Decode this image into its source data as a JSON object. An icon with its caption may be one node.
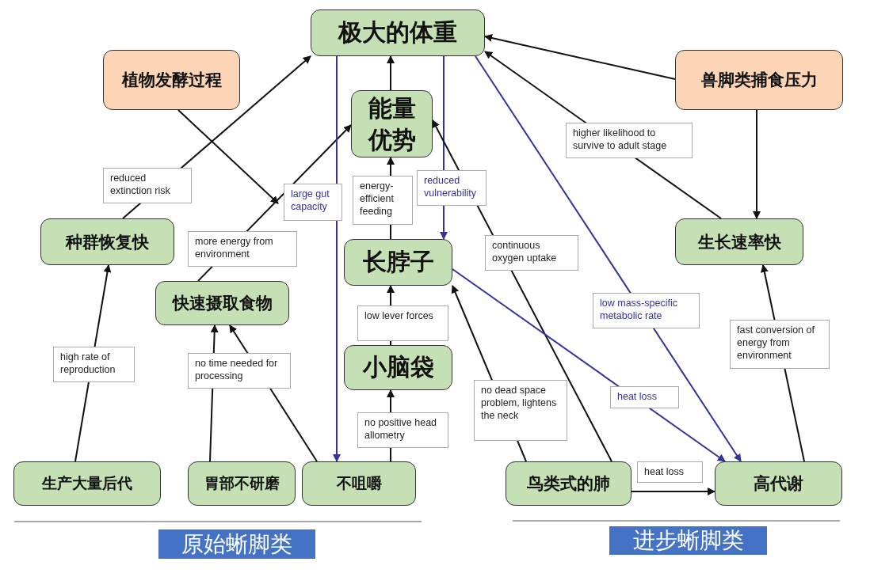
{
  "diagram": {
    "nodes": [
      {
        "text": [
          "极大的体重"
        ]
      },
      {
        "text": [
          "植物发酵过程"
        ]
      },
      {
        "text": [
          "兽脚类捕食压力"
        ]
      },
      {
        "text": [
          "能量优势"
        ]
      },
      {
        "text": [
          "种群恢复快"
        ]
      },
      {
        "text": [
          "长脖子"
        ]
      },
      {
        "text": [
          "生长速率快"
        ]
      },
      {
        "text": [
          "快速摄取食物"
        ]
      },
      {
        "text": [
          "小脑袋"
        ]
      },
      {
        "text": [
          "生产大量后代"
        ]
      },
      {
        "text": [
          "胃部不研磨"
        ]
      },
      {
        "text": [
          "不咀嚼"
        ]
      },
      {
        "text": [
          "鸟类式的肺"
        ]
      },
      {
        "text": [
          "高代谢"
        ]
      },
      {
        "text": [
          "原始蜥脚类"
        ]
      },
      {
        "text": [
          "进步蜥脚类"
        ]
      }
    ],
    "edges": [
      {
        "from": 4,
        "to": 0,
        "arrow": "to",
        "label": "reduced extinction risk"
      },
      {
        "from": 1,
        "to": null,
        "arrow": "to"
      },
      {
        "from": 7,
        "to": 3,
        "arrow": "to",
        "label": "more energy from environment"
      },
      {
        "from": 9,
        "to": 4,
        "arrow": "to",
        "label": "high rate of reproduction"
      },
      {
        "from": 10,
        "to": 7,
        "arrow": "to",
        "label": "no time needed for processing"
      },
      {
        "from": 11,
        "to": 7,
        "arrow": "to"
      },
      {
        "from": 0,
        "to": 11,
        "arrow": "to",
        "label": "large gut capacity",
        "color": "#33339a"
      },
      {
        "from": 3,
        "to": 0,
        "arrow": "to"
      },
      {
        "from": 5,
        "to": 3,
        "arrow": "to",
        "label": "energy-efficient feeding"
      },
      {
        "from": 8,
        "to": 5,
        "arrow": "to",
        "label": "low lever forces"
      },
      {
        "from": 11,
        "to": 8,
        "arrow": "to",
        "label": "no positive head allometry"
      },
      {
        "from": 0,
        "to": 5,
        "arrow": "to",
        "label": "reduced vulnerability",
        "color": "#33339a"
      },
      {
        "from": 0,
        "to": 13,
        "arrow": "to",
        "label": "low mass-specific metabolic rate",
        "color": "#33339a"
      },
      {
        "from": 12,
        "to": 3,
        "arrow": "to",
        "label": "continuous oxygen uptake"
      },
      {
        "from": 12,
        "to": 5,
        "arrow": "to",
        "label": "no dead space problem, lightens the neck"
      },
      {
        "from": 5,
        "to": 13,
        "arrow": "to",
        "label": "heat loss",
        "color": "#33339a"
      },
      {
        "from": 12,
        "to": 13,
        "arrow": "to",
        "label": "heat loss"
      },
      {
        "from": 13,
        "to": 6,
        "arrow": "to",
        "label": "fast conversion of energy from environment"
      },
      {
        "from": 2,
        "to": 6,
        "arrow": "to"
      },
      {
        "from": 6,
        "to": 0,
        "arrow": "to",
        "label": "higher likelihood to survive to adult stage"
      },
      {
        "from": 2,
        "to": 0,
        "arrow": "to"
      }
    ]
  }
}
